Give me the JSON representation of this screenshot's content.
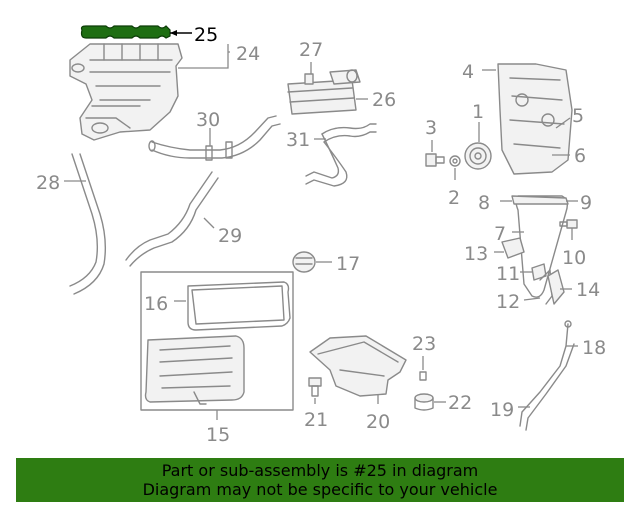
{
  "callouts": {
    "c1": "1",
    "c2": "2",
    "c3": "3",
    "c4": "4",
    "c5": "5",
    "c6": "6",
    "c7": "7",
    "c8": "8",
    "c9": "9",
    "c10": "10",
    "c11": "11",
    "c12": "12",
    "c13": "13",
    "c14": "14",
    "c15": "15",
    "c16": "16",
    "c17": "17",
    "c18": "18",
    "c19": "19",
    "c20": "20",
    "c21": "21",
    "c22": "22",
    "c23": "23",
    "c24": "24",
    "c25": "25",
    "c26": "26",
    "c27": "27",
    "c28": "28",
    "c29": "29",
    "c30": "30",
    "c31": "31"
  },
  "highlight": {
    "part_number": "25",
    "color": "#1e6e12"
  },
  "banner": {
    "line1": "Part or sub-assembly is #25 in diagram",
    "line2": "Diagram may not be specific to your vehicle",
    "color": "#2e7d12"
  }
}
